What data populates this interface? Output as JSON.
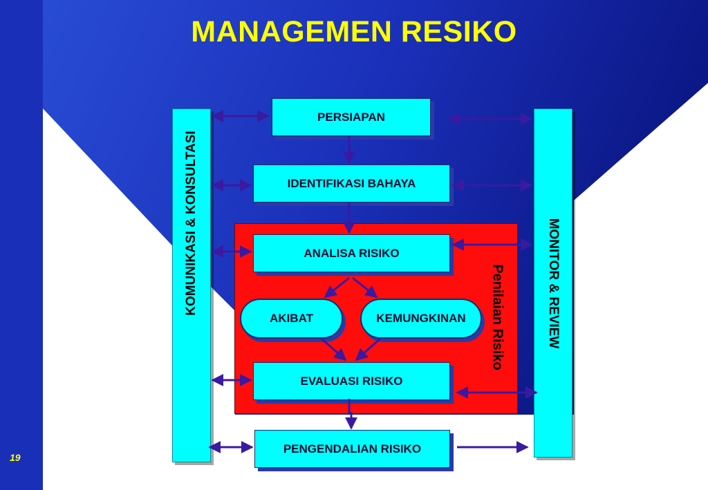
{
  "title": "MANAGEMEN RESIKO",
  "slide_number": "19",
  "left_bar": "KOMUNIKASI & KONSULTASI",
  "right_bar": "MONITOR & REVIEW",
  "group_label": "Penilaian Risiko",
  "steps": {
    "persiapan": "PERSIAPAN",
    "identifikasi": "IDENTIFIKASI BAHAYA",
    "analisa": "ANALISA RISIKO",
    "akibat": "AKIBAT",
    "kemungkinan": "KEMUNGKINAN",
    "evaluasi": "EVALUASI RISIKO",
    "pengendalian": "PENGENDALIAN RISIKO"
  },
  "colors": {
    "background_dark": "#0a1580",
    "background_light": "#2a4fd8",
    "title": "#ffff00",
    "box_fill": "#00ffff",
    "risk_assessment_area": "#ff0d0d",
    "arrow": "#3a1aa0"
  }
}
